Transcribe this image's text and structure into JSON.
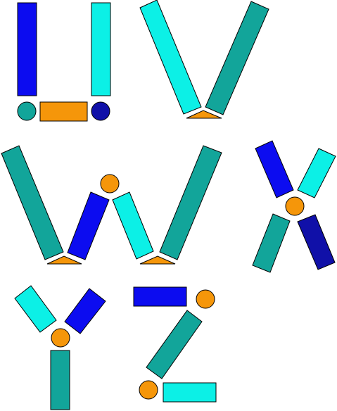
{
  "palette": {
    "blue": "#0c0cf0",
    "cyan": "#0cf0e6",
    "teal": "#12a59a",
    "orange": "#f5960a",
    "navy": "#1010a8",
    "outline": "#000000"
  },
  "letters": [
    {
      "name": "U",
      "pieces": [
        "blue-bar",
        "cyan-bar",
        "teal-circle",
        "orange-bar",
        "navy-circle"
      ]
    },
    {
      "name": "V",
      "pieces": [
        "cyan-bar",
        "teal-bar",
        "orange-triangle"
      ]
    },
    {
      "name": "W",
      "pieces": [
        "teal-bar",
        "blue-bar",
        "orange-circle",
        "cyan-bar",
        "teal-bar",
        "orange-triangle",
        "orange-triangle"
      ]
    },
    {
      "name": "X",
      "pieces": [
        "blue-bar",
        "cyan-bar",
        "orange-circle",
        "teal-bar",
        "navy-bar"
      ]
    },
    {
      "name": "Y",
      "pieces": [
        "cyan-bar",
        "blue-bar",
        "orange-circle",
        "teal-bar"
      ]
    },
    {
      "name": "Z",
      "pieces": [
        "blue-bar",
        "orange-circle",
        "teal-bar",
        "orange-circle",
        "cyan-bar"
      ]
    }
  ]
}
